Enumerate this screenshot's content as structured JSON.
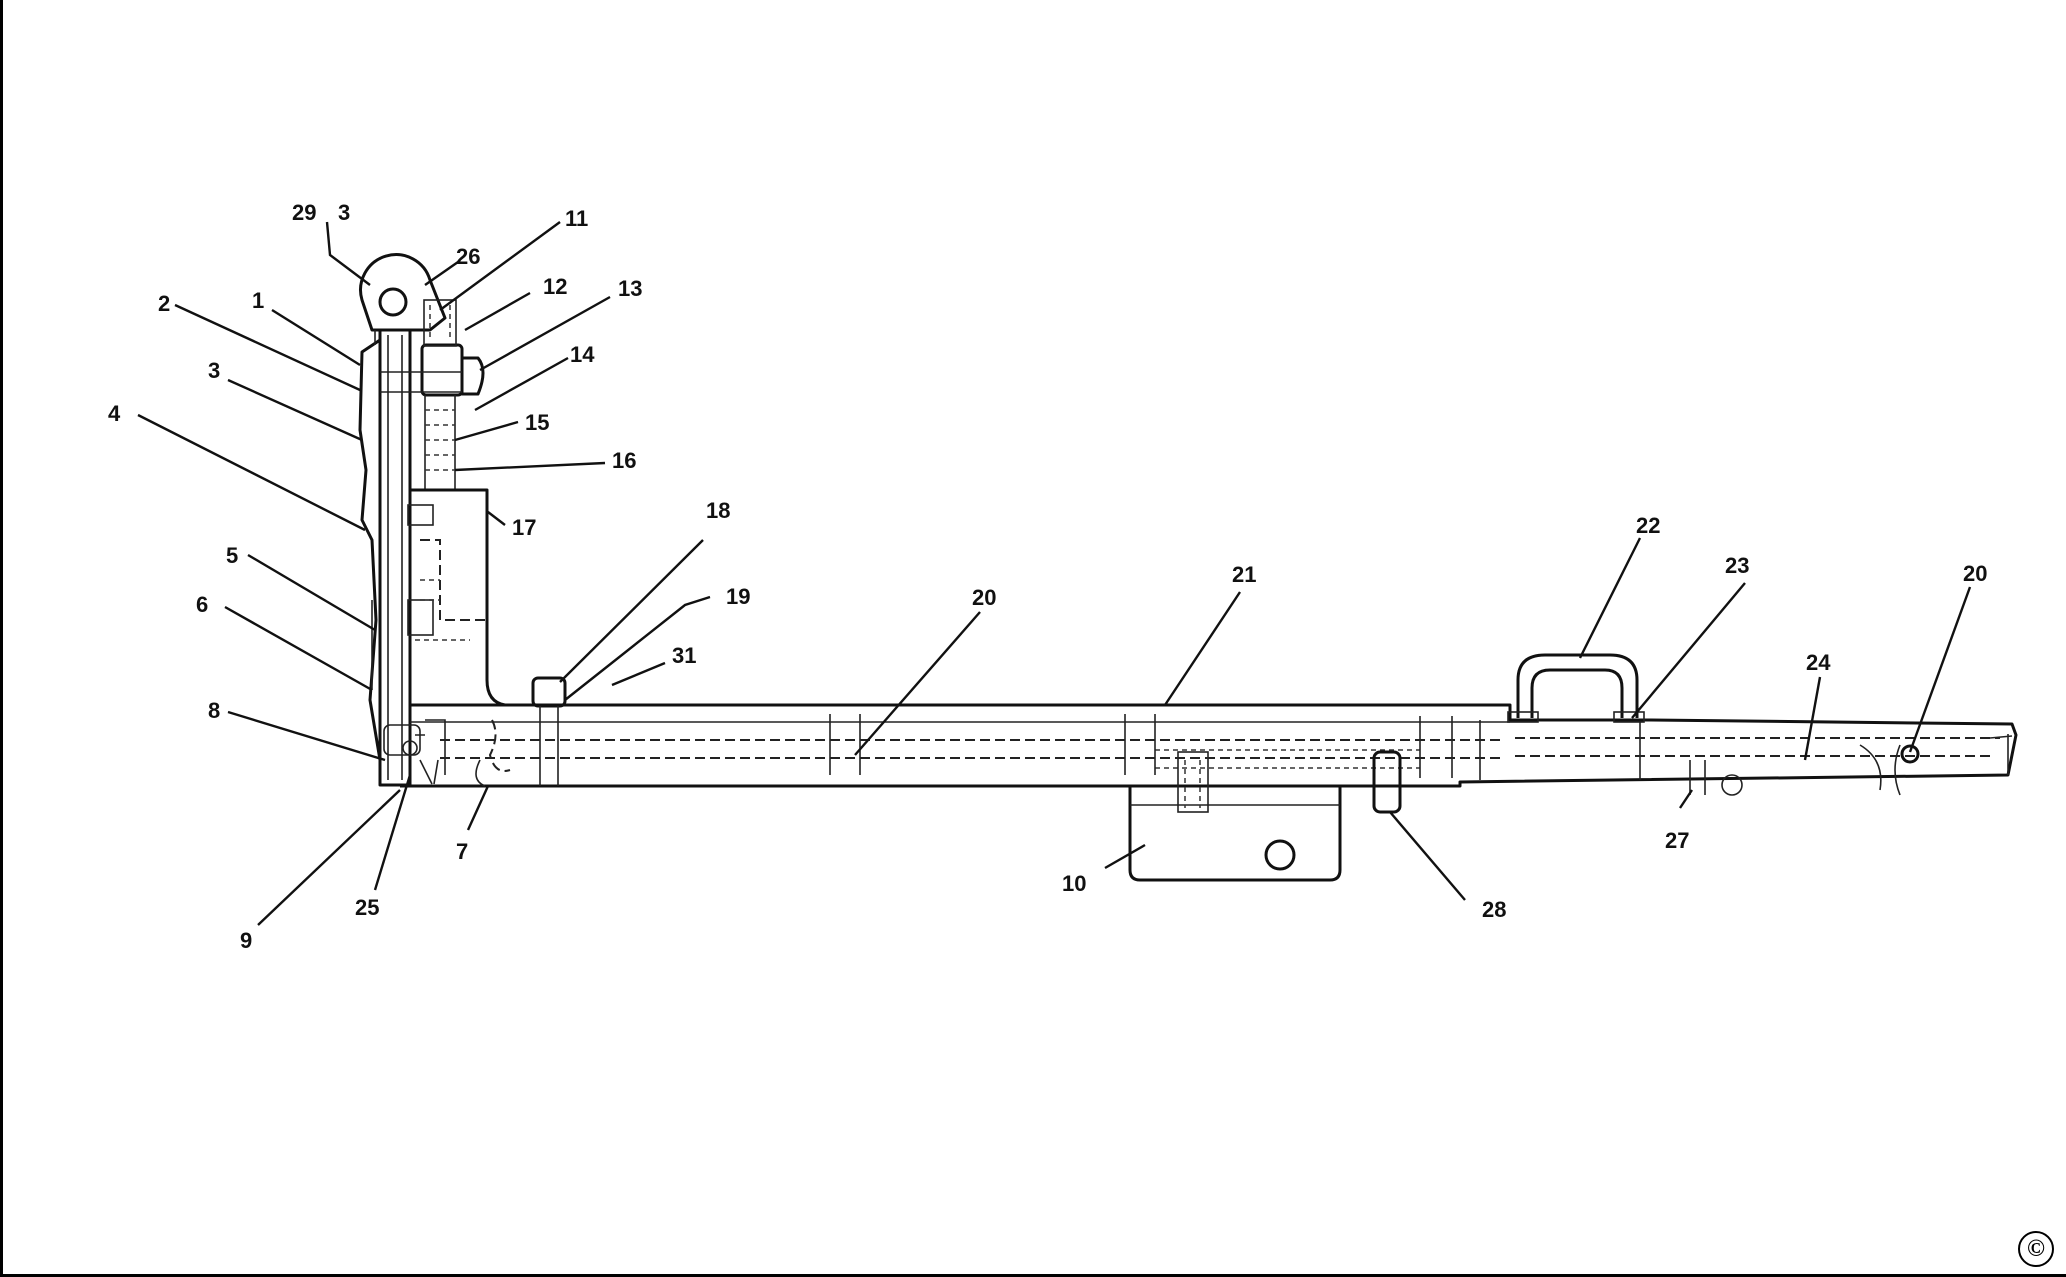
{
  "diagram": {
    "callouts": [
      {
        "id": "c29",
        "text": "29"
      },
      {
        "id": "c3a",
        "text": "3"
      },
      {
        "id": "c26",
        "text": "26"
      },
      {
        "id": "c11",
        "text": "11"
      },
      {
        "id": "c12",
        "text": "12"
      },
      {
        "id": "c13",
        "text": "13"
      },
      {
        "id": "c2",
        "text": "2"
      },
      {
        "id": "c1",
        "text": "1"
      },
      {
        "id": "c14",
        "text": "14"
      },
      {
        "id": "c3b",
        "text": "3"
      },
      {
        "id": "c15",
        "text": "15"
      },
      {
        "id": "c4",
        "text": "4"
      },
      {
        "id": "c16",
        "text": "16"
      },
      {
        "id": "c17",
        "text": "17"
      },
      {
        "id": "c18",
        "text": "18"
      },
      {
        "id": "c5",
        "text": "5"
      },
      {
        "id": "c19",
        "text": "19"
      },
      {
        "id": "c6",
        "text": "6"
      },
      {
        "id": "c31",
        "text": "31"
      },
      {
        "id": "c8",
        "text": "8"
      },
      {
        "id": "c20a",
        "text": "20"
      },
      {
        "id": "c21",
        "text": "21"
      },
      {
        "id": "c22",
        "text": "22"
      },
      {
        "id": "c23",
        "text": "23"
      },
      {
        "id": "c20b",
        "text": "20"
      },
      {
        "id": "c24",
        "text": "24"
      },
      {
        "id": "c7",
        "text": "7"
      },
      {
        "id": "c10",
        "text": "10"
      },
      {
        "id": "c27",
        "text": "27"
      },
      {
        "id": "c28",
        "text": "28"
      },
      {
        "id": "c25",
        "text": "25"
      },
      {
        "id": "c9",
        "text": "9"
      }
    ],
    "copyright_symbol": "©"
  }
}
